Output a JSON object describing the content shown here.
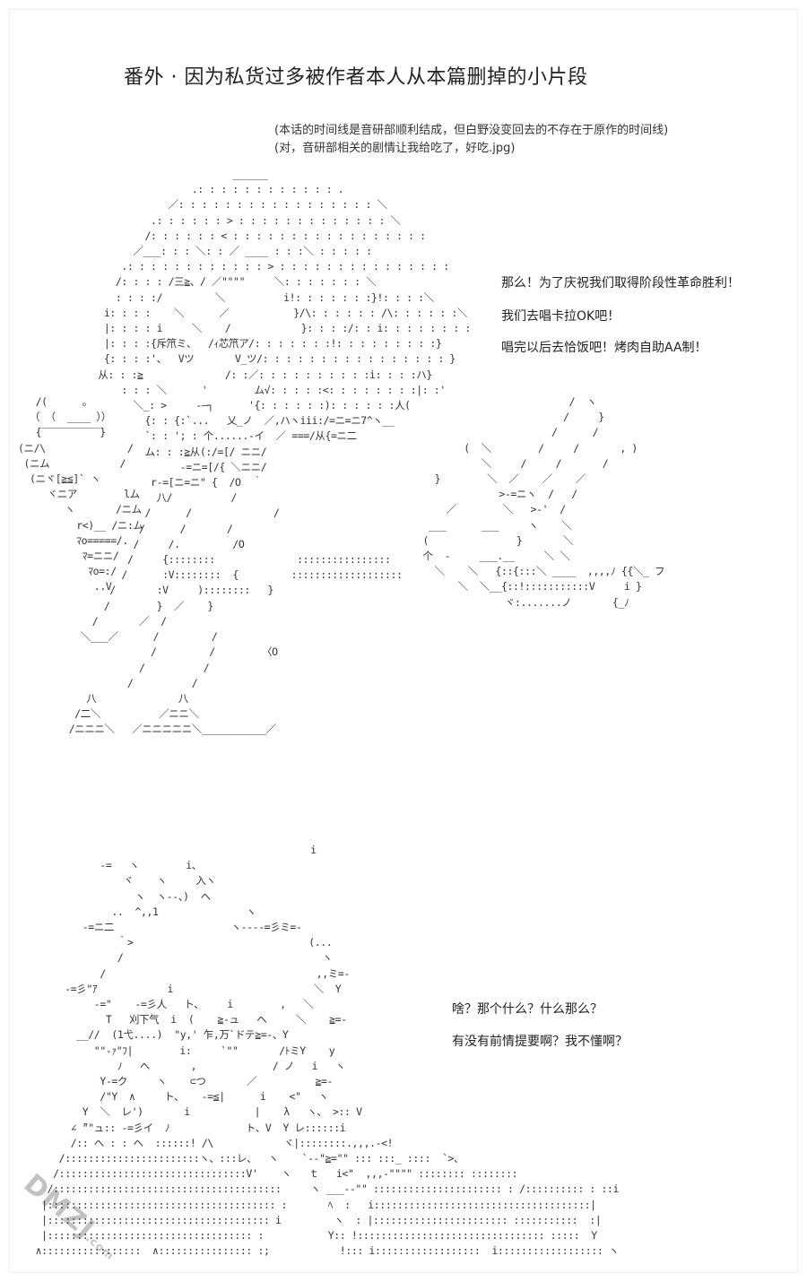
{
  "title": "番外 · 因为私货过多被作者本人从本篇删掉的小片段",
  "notes": [
    "(本话的时间线是音研部顺利结成，但白野没变回去的不存在于原作的时间线)",
    "(对，音研部相关的剧情让我给吃了，好吃.jpg)"
  ],
  "dialogue_top": [
    "那么！为了庆祝我们取得阶段性革命胜利！",
    "我们去唱卡拉OK吧！",
    "唱完以后去恰饭吧！烤肉自助AA制！"
  ],
  "dialogue_bottom": [
    "啥？那个什么？什么那么？",
    "有没有前情提要啊？我不懂啊？"
  ],
  "art_top": "                                     ______\n                              .: : : : : : : : : : : : .\n                          ／: : : : : : : : : : : : : : : : : ＼\n                       .: : : : : : > : : : : : : : : : : : : : ＼\n                      /: : : : : : < : : : : : : : : : : : : : : : : :\n                    ／___: : : ＼: : ／ ____ : : :＼ : : : : :\n                  .: : : : : : : : : : : : > : : : : : : : : : : : : : : :\n                 /: : : : /三≧、/ ／\"\"\"\"     ＼: : : : : : : ＼\n                 : : : :/         ＼          i!: : : : : : :}!: : : :＼\n               i: : : :    ＼      ／           }/\\: : : : : : /\\: : : : : :＼\n               |: : : : i     ＼    /            }: : : :/: : i: : : : : : : :\n               |: : : :{斥笊ミ、  /ｨ芯笊ア/: : : : : : :!: : : : : : : : :}\n               {: : : :'、  Vツ       V_ツ/: : : : : : : : : : : : : : : : }\n              从: : :≧              /: :／: : : : : : : : : :i: : : :ハ}\n                  : : : ＼      '        ム√: : : : :<: : : : : : : :|: :'\n                    ＼_: >     ‐―┐      '{: : : : : :): : : : : :人(\n                      {: : {:`...   乂_ノ  ／,ハヽiii:/=ニ=ニ7^ヽ__\n                      `: : '; : 个......-イ  ／ ===/从{=ニ二\n                      ム: : :≧从(:/=[/ ニニ/\n                            -=ニ=[/{ ＼ニニ/\n                       r-=[ニ=ニ\" {  /O  ｀\n                        八/          /\n                      /      /              /\n                     /      /       /\n                    /     /.         /O\n                   /     {::::::::              ::::::::::::::::\n                  /      :V::::::::  {         :::::::::::::::::::\n                /       :V     )::::::::   }\n               /        }  ／    }\n             /       ／  /\n           ＼___／      /         /\n                       /         /        〈O\n                     /          /\n                   /          /\n            八              八\n          /二＼          ／ニニ＼\n         /ニニニ＼   ／ニニニニニ＼___________／",
  "art_top_left": "   /(      。\n  （ （  ____ ））\n   {‾‾‾‾‾‾‾‾‾‾}\n(ニ/\\              /\n (ニム            /\n  (ニヾ[≧≦]` ヽ\n     ヾニア        lム\n        ヽ       /ニム\n          r<)__ /ニ:ム\n          ﾏo=====/.\n           ﾏ=ニニ/\n            ﾏo=:/\n             ..V",
  "art_top_right": "                          /  ヽ\n                         /     }\n                       /      /\n        (  ＼        /     /       , )\n           ＼     /     /       /\n   }        ＼  ／    ／    ／\n              >-=ニヽ  /   /\n     ／        ＼   >-'  /\n  ___      ___     ヽ    ＼\n (               }       ＼\n 个  -     ___.__     ＼ ＼\n   ＼    ＼   {::{:::＼ ____  ,,,,ﾉ {{＼_ フ\n       ＼  ＼__{::!:::::::::::V     i }\n               ヾ:.......ノ       {_ﾉ",
  "art_bottom": "                                                  i\n              -=   ヽ        i、\n                  ヾ    ヽ     入ヽ\n                    ヽ  ヽ--、)  ヘ\n                ..  ^,,1               ヽ\n           -=ニ二                    ヽ----=彡ミ=-\n                 ｀>                              (...\n                 /                                  ヽ\n              /                                    ,,ミ=-\n        -=彡\"ｱ            i                        ＼  Y\n             -=\"    -=彡人   ト、    i        ,   ＼\n               T   刈下气  i  (    ≧-ュ   ヘ     ＼    ≧=-\n          __//  (1弋....)  \"y,' 乍,万`ドテ≧=-、Y\n             \"\"‐ｧ\"ﾌ|        i:     `\"\"       /ﾄミY    y\n                 ﾉ   ヘ       ,             / ノ   i   ヽ\n              Y-=ク     ヽ    ⊂つ       ／          ≧=-\n              /\"Y  ∧     ト、   -=≦|      i    <\"   ヽ\n           Y  ＼  レ')       i           |    λ   ヽ、 >:: V\n         ∠ ̄\"\"ュ:: -=彡イ  ﾉ             ト、V  Y レ::::::i\n         /:: ヘ : : ヘ  ::::::! /\\            ヾ|::::::::.,,,.-<!\n       /:::::::::::::::::::::::ヽ、:::レ、  ヽ    `--\"≧=\"\" ::: :::_ ::::  `>、\n      /::::::::::::::::::::::::::::::::V'    ヽ   ｔ   i<\"  ,,,-\"\"\"\" :::::::: ::::::::\n     /:::::::::::::::::::::::::::::::::::::::     ヽ ___--\"\" :::::::::::::::::::::: : /:::::::::: : ::i\n    |::::::::::::::::::::::::::::::::::::::: :       ﾍ  :   i:::::::::::::::::::::::::::::::::::::|\n    |:::::::::::::::::::::::::::::::::::::: i         ヽ  : |::::::::::::::::::::::: :::::::::::  :|\n    |::::::::::::::::::::::::::::::::::: :           Y:: !:::::::::::::::::::::::::::::::: :::::  Y\n   ∧:::::::::::::::::  ∧:::::::::::::::: :;            !::: i::::::::::::::::::  i:::::::::::::::::: ヽ",
  "watermark": "DMZJ.com"
}
